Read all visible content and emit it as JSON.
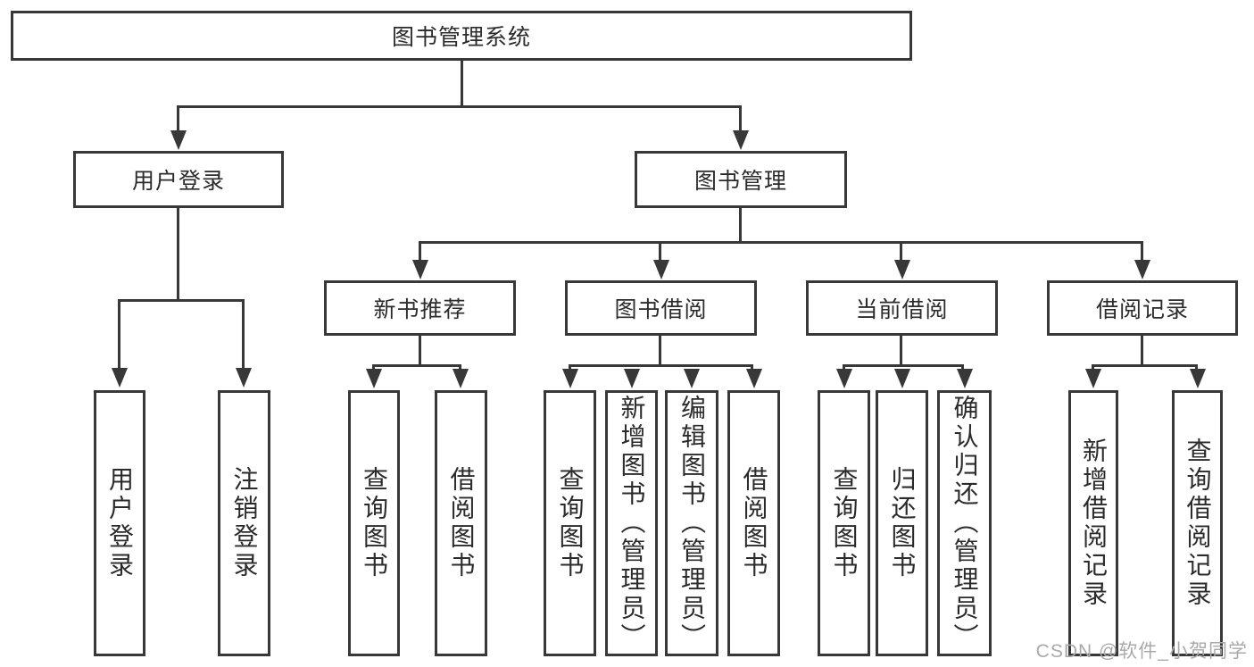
{
  "colors": {
    "line": "#383838",
    "text": "#2b2b2b",
    "watermark": "#a9a9a9",
    "background": "#ffffff"
  },
  "watermark": "CSDN @软件_小贺同学",
  "tree": {
    "root": "图书管理系统",
    "branches": [
      {
        "label": "用户登录",
        "children": [
          "用户登录",
          "注销登录"
        ]
      },
      {
        "label": "图书管理",
        "groups": [
          {
            "label": "新书推荐",
            "children": [
              "查询图书",
              "借阅图书"
            ]
          },
          {
            "label": "图书借阅",
            "children": [
              "查询图书",
              "新增图书（管理员）",
              "编辑图书（管理员）",
              "借阅图书"
            ]
          },
          {
            "label": "当前借阅",
            "children": [
              "查询图书",
              "归还图书",
              "确认归还（管理员）"
            ]
          },
          {
            "label": "借阅记录",
            "children": [
              "新增借阅记录",
              "查询借阅记录"
            ]
          }
        ]
      }
    ]
  }
}
